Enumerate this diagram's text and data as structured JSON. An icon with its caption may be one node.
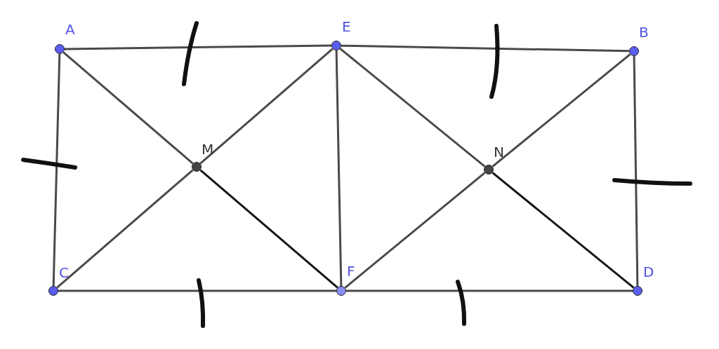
{
  "diagram": {
    "nodes": [
      {
        "text": [],
        "shape": "circle",
        "beside": [
          "A"
        ]
      },
      {
        "text": [],
        "shape": "circle",
        "beside": [
          "E"
        ]
      },
      {
        "text": [],
        "shape": "circle",
        "beside": [
          "B"
        ]
      },
      {
        "text": [],
        "shape": "circle",
        "beside": [
          "M"
        ]
      },
      {
        "text": [],
        "shape": "circle",
        "beside": [
          "N"
        ]
      },
      {
        "text": [],
        "shape": "circle",
        "beside": [
          "C"
        ]
      },
      {
        "text": [],
        "shape": "circle",
        "beside": [
          "F"
        ]
      },
      {
        "text": [],
        "shape": "circle",
        "beside": [
          "D"
        ]
      }
    ],
    "edges": [
      {
        "from": 0,
        "to": 1,
        "arrow": "none"
      },
      {
        "from": 1,
        "to": 2,
        "arrow": "none"
      },
      {
        "from": 0,
        "to": 5,
        "arrow": "none"
      },
      {
        "from": 2,
        "to": 7,
        "arrow": "none"
      },
      {
        "from": 5,
        "to": 6,
        "arrow": "none"
      },
      {
        "from": 6,
        "to": 7,
        "arrow": "none"
      },
      {
        "from": 0,
        "to": 3,
        "arrow": "none"
      },
      {
        "from": 3,
        "to": 6,
        "arrow": "none",
        "color": "#151515"
      },
      {
        "from": 1,
        "to": 3,
        "arrow": "none"
      },
      {
        "from": 3,
        "to": 5,
        "arrow": "none"
      },
      {
        "from": 1,
        "to": 6,
        "arrow": "none"
      },
      {
        "from": 1,
        "to": 4,
        "arrow": "none"
      },
      {
        "from": 4,
        "to": 7,
        "arrow": "none",
        "color": "#151515"
      },
      {
        "from": 2,
        "to": 4,
        "arrow": "none"
      },
      {
        "from": 4,
        "to": 6,
        "arrow": "none"
      }
    ]
  }
}
